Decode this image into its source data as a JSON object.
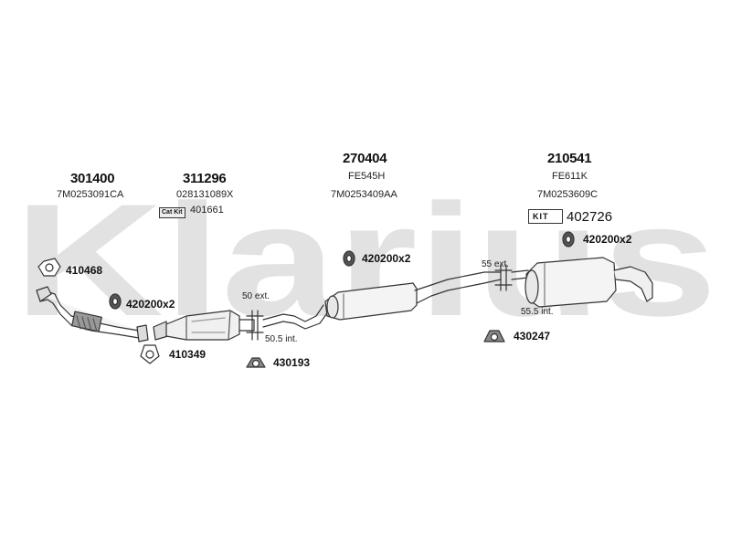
{
  "watermark": {
    "text": "Klarius",
    "color": "#e2e2e2"
  },
  "groups": [
    {
      "main": "301400",
      "code": "7M0253091CA"
    },
    {
      "main": "311296",
      "code": "028131089X",
      "catkit_label": "Cat Kit",
      "catkit_number": "401661"
    },
    {
      "main": "270404",
      "sub": "FE545H",
      "code": "7M0253409AA"
    },
    {
      "main": "210541",
      "sub": "FE611K",
      "code": "7M0253609C",
      "kit_label": "KIT",
      "kit_number": "402726"
    }
  ],
  "parts": {
    "gasket_top": "410468",
    "mount_front": "420200x2",
    "gasket_bottom": "410349",
    "mount_middle": "420200x2",
    "clamp_under": "430193",
    "mount_rear": "420200x2",
    "clamp_rear": "430247"
  },
  "dimensions": {
    "front_ext": "50 ext.",
    "front_int": "50.5 int.",
    "rear_ext": "55 ext.",
    "rear_int": "55.5 int."
  }
}
